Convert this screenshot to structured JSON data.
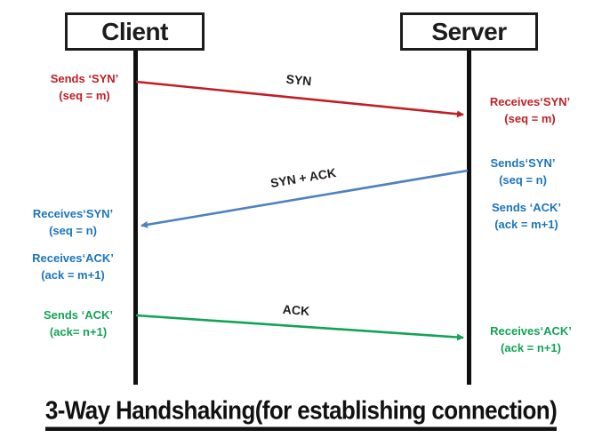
{
  "diagram": {
    "title": "3-Way Handshaking(for establishing connection)",
    "actors": [
      {
        "id": "client",
        "label": "Client"
      },
      {
        "id": "server",
        "label": "Server"
      }
    ],
    "messages": [
      {
        "label": "SYN",
        "from": "client",
        "to": "server"
      },
      {
        "label": "SYN + ACK",
        "from": "server",
        "to": "client"
      },
      {
        "label": "ACK",
        "from": "client",
        "to": "server"
      }
    ],
    "annotations": {
      "client_syn_send": {
        "line1": "Sends ‘SYN’",
        "line2": "(seq = m)"
      },
      "server_syn_receive": {
        "line1": "Receives‘SYN’",
        "line2": "(seq = m)"
      },
      "server_syn_send": {
        "line1": "Sends‘SYN’",
        "line2": "(seq = n)"
      },
      "server_ack_send": {
        "line1": "Sends ‘ACK’",
        "line2": "(ack = m+1)"
      },
      "client_syn_receive": {
        "line1": "Receives‘SYN’",
        "line2": "(seq = n)"
      },
      "client_ack_receive": {
        "line1": "Receives‘ACK’",
        "line2": "(ack = m+1)"
      },
      "client_ack_send": {
        "line1": "Sends ‘ACK’",
        "line2": "(ack= n+1)"
      },
      "server_ack_receive": {
        "line1": "Receives‘ACK’",
        "line2": "(ack = n+1)"
      }
    },
    "colors": {
      "syn": "#bf2026",
      "syn_ack_arrow": "#4f81bd",
      "syn_ack_text": "#1b75bb",
      "ack": "#12a356",
      "lifeline": "#0f0f0f"
    }
  }
}
